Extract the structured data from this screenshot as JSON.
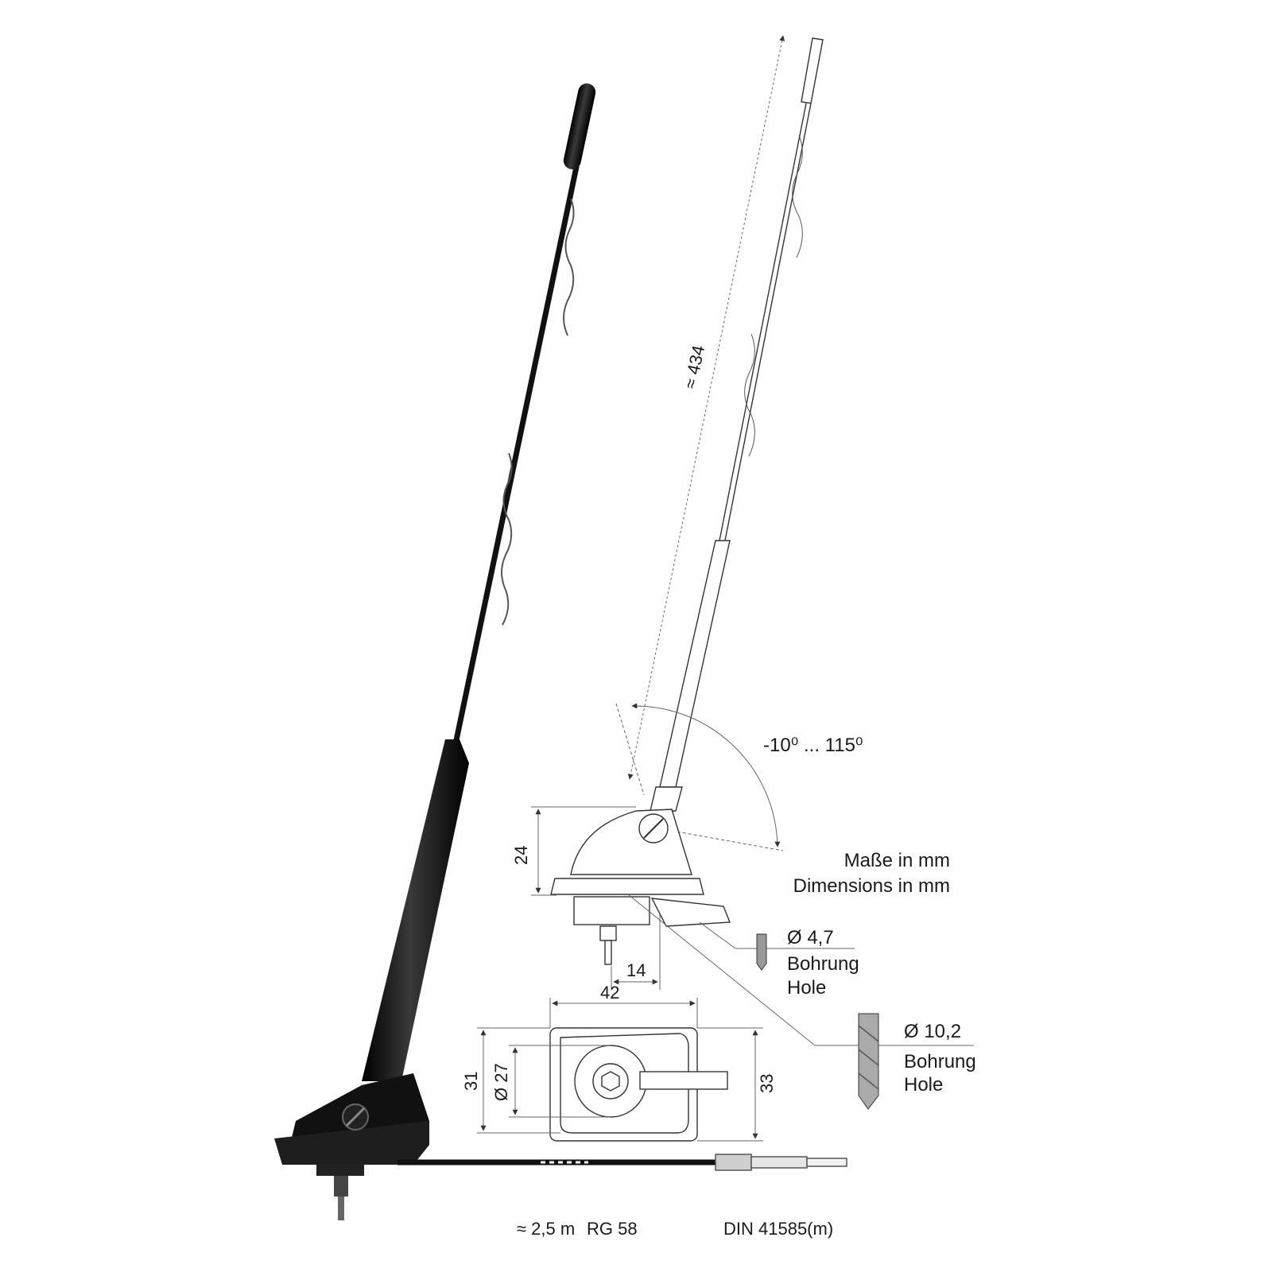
{
  "dimensions": {
    "mast_length": "≈ 434",
    "tilt_range": "-10⁰ ... 115⁰",
    "base_height": "24",
    "foot_offset": "14",
    "foot_width": "42",
    "foot_depth_outer": "31",
    "foot_diameter": "Ø 27",
    "foot_depth_total": "33"
  },
  "units": {
    "de": "Maße in mm",
    "en": "Dimensions in mm"
  },
  "drill_small": {
    "diameter": "Ø 4,7",
    "de": "Bohrung",
    "en": "Hole"
  },
  "drill_large": {
    "diameter": "Ø 10,2",
    "de": "Bohrung",
    "en": "Hole"
  },
  "cable": {
    "length": "≈ 2,5 m",
    "type": "RG 58",
    "connector": "DIN 41585(m)"
  },
  "colors": {
    "antenna_body": "#111111",
    "line_drawing": "#333333",
    "dimension_line": "#666666"
  }
}
